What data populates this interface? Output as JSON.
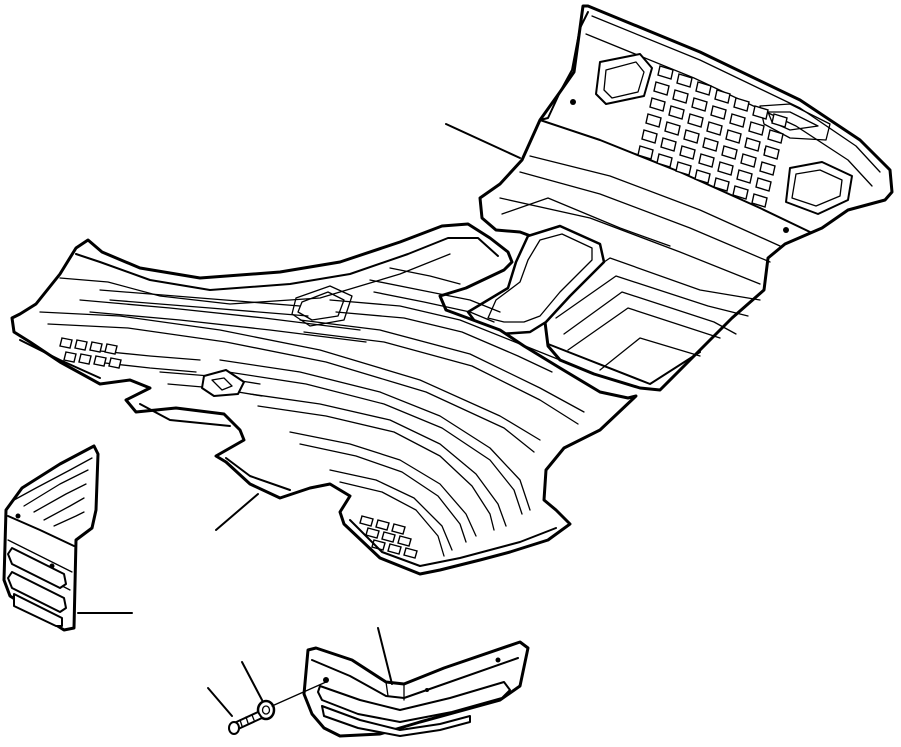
{
  "drawing": {
    "parts": [
      {
        "id": "rear-floor-mat",
        "leader": true
      },
      {
        "id": "front-floor-mat",
        "leader": true
      },
      {
        "id": "left-side-trim-panel",
        "leader": true
      },
      {
        "id": "step-trim-panel",
        "leader": true
      },
      {
        "id": "washer",
        "leader": true
      },
      {
        "id": "screw",
        "leader": true
      }
    ],
    "colors": {
      "line": "#000000",
      "background": "#ffffff"
    }
  }
}
